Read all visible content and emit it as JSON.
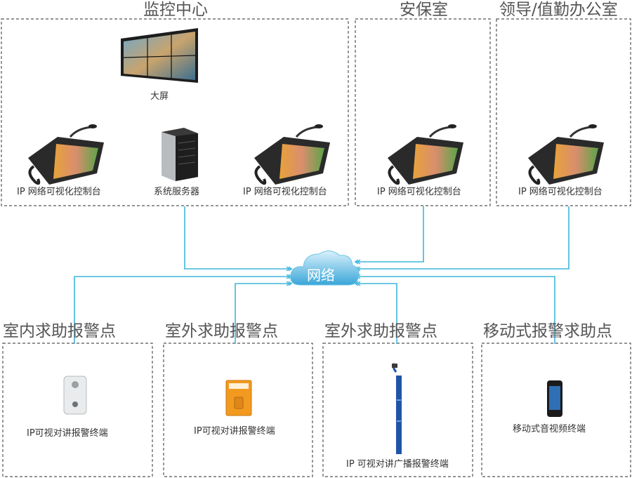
{
  "zones": {
    "monitor_center": {
      "title": "监控中心"
    },
    "security_room": {
      "title": "安保室"
    },
    "leader_office": {
      "title": "领导/值勤办公室"
    },
    "indoor": {
      "title": "室内求助报警点"
    },
    "outdoor1": {
      "title": "室外求助报警点"
    },
    "outdoor2": {
      "title": "室外求助报警点"
    },
    "mobile": {
      "title": "移动式报警求助点"
    }
  },
  "devices": {
    "big_screen": "大屏",
    "console_left": "IP 网络可视化控制台",
    "server": "系统服务器",
    "console_right": "IP 网络可视化控制台",
    "console_security": "IP 网络可视化控制台",
    "console_leader": "IP 网络可视化控制台",
    "indoor_terminal": "IP可视对讲报警终端",
    "outdoor_terminal": "IP可视对讲报警终端",
    "pole_terminal": "IP 可视对讲广播报警终端",
    "mobile_terminal": "移动式音视频终端"
  },
  "network": {
    "label": "网络"
  },
  "colors": {
    "line": "#3fb6dc",
    "cloud_top": "#bfe6f7",
    "cloud_bottom": "#3aa6d8",
    "border": "#555555"
  }
}
